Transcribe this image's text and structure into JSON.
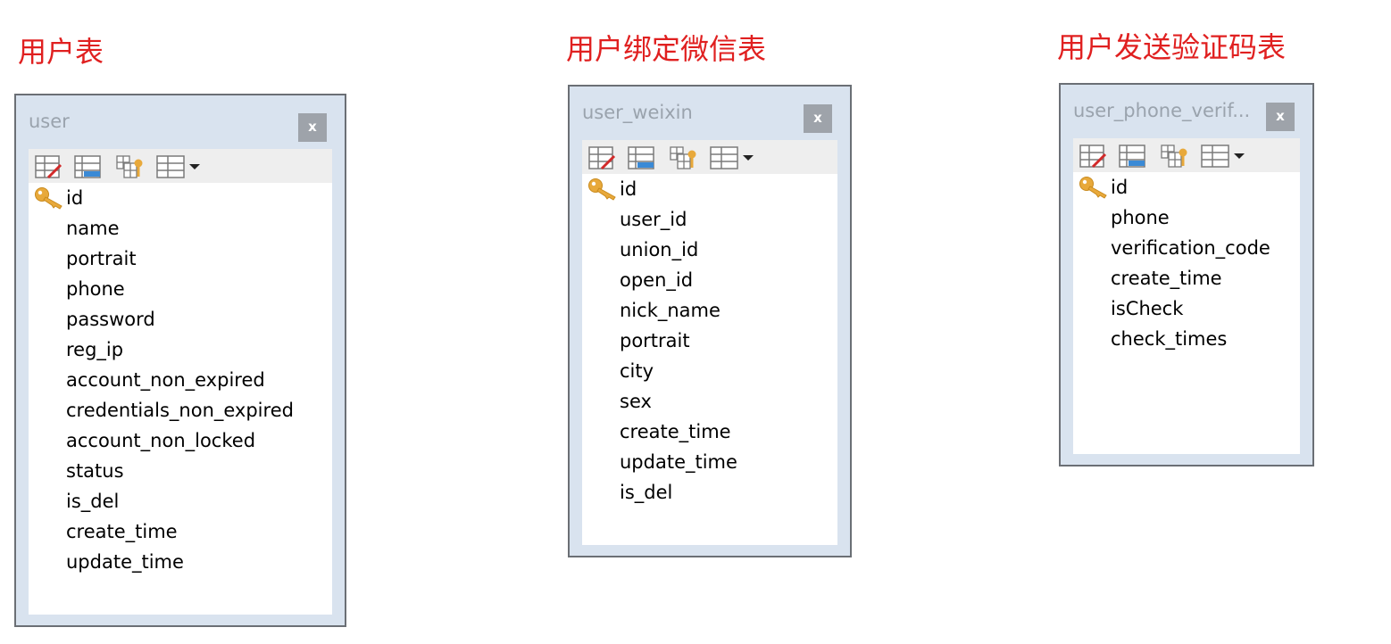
{
  "tables": [
    {
      "caption": "用户表",
      "title": "user",
      "close_label": "x",
      "fields": [
        {
          "name": "id",
          "primary_key": true
        },
        {
          "name": "name"
        },
        {
          "name": "portrait"
        },
        {
          "name": "phone"
        },
        {
          "name": "password"
        },
        {
          "name": "reg_ip"
        },
        {
          "name": "account_non_expired"
        },
        {
          "name": "credentials_non_expired"
        },
        {
          "name": "account_non_locked"
        },
        {
          "name": "status"
        },
        {
          "name": "is_del"
        },
        {
          "name": "create_time"
        },
        {
          "name": "update_time"
        }
      ]
    },
    {
      "caption": "用户绑定微信表",
      "title": "user_weixin",
      "close_label": "x",
      "fields": [
        {
          "name": "id",
          "primary_key": true
        },
        {
          "name": "user_id"
        },
        {
          "name": "union_id"
        },
        {
          "name": "open_id"
        },
        {
          "name": "nick_name"
        },
        {
          "name": "portrait"
        },
        {
          "name": "city"
        },
        {
          "name": "sex"
        },
        {
          "name": "create_time"
        },
        {
          "name": "update_time"
        },
        {
          "name": "is_del"
        }
      ]
    },
    {
      "caption": "用户发送验证码表",
      "title": "user_phone_verif...",
      "close_label": "x",
      "fields": [
        {
          "name": "id",
          "primary_key": true
        },
        {
          "name": "phone"
        },
        {
          "name": "verification_code"
        },
        {
          "name": "create_time"
        },
        {
          "name": "isCheck"
        },
        {
          "name": "check_times"
        }
      ]
    }
  ],
  "toolbar_icons": [
    "design-table-icon",
    "form-view-icon",
    "field-properties-icon",
    "grid-view-dropdown-icon"
  ],
  "colors": {
    "caption": "#e02020",
    "window_frame": "#d9e3ef",
    "window_border": "#6b6f75",
    "title_text": "#9aa3ad",
    "close_button": "#9ea3aa",
    "toolbar": "#eeeeee",
    "key": "#e8a93b"
  }
}
